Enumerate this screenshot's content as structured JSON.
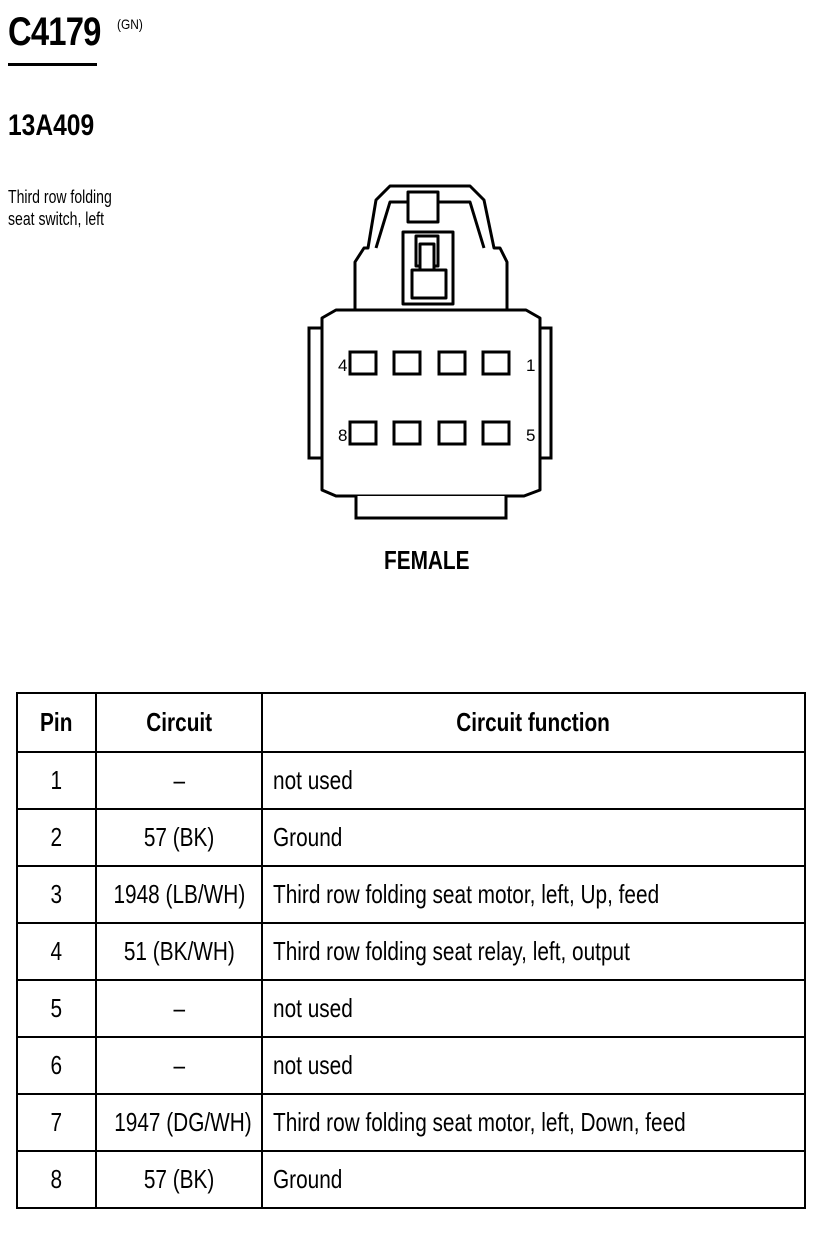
{
  "connector": {
    "id": "C4179",
    "color": "(GN)",
    "part_number": "13A409",
    "description_line1": "Third row folding",
    "description_line2": "seat switch, left",
    "gender": "FEMALE",
    "pin_labels": {
      "top_left": "4",
      "top_right": "1",
      "bottom_left": "8",
      "bottom_right": "5"
    }
  },
  "table": {
    "headers": {
      "pin": "Pin",
      "circuit": "Circuit",
      "function": "Circuit function"
    },
    "rows": [
      {
        "pin": "1",
        "circuit": "–",
        "function": "not used"
      },
      {
        "pin": "2",
        "circuit": "57 (BK)",
        "function": "Ground"
      },
      {
        "pin": "3",
        "circuit": "1948 (LB/WH)",
        "function": "Third row folding seat motor, left, Up, feed"
      },
      {
        "pin": "4",
        "circuit": "51 (BK/WH)",
        "function": "Third row folding seat relay, left, output"
      },
      {
        "pin": "5",
        "circuit": "–",
        "function": "not used"
      },
      {
        "pin": "6",
        "circuit": "–",
        "function": "not used"
      },
      {
        "pin": "7",
        "circuit": "1947 (DG/WH)",
        "function": "Third row folding seat motor, left, Down, feed"
      },
      {
        "pin": "8",
        "circuit": "57 (BK)",
        "function": "Ground"
      }
    ]
  }
}
